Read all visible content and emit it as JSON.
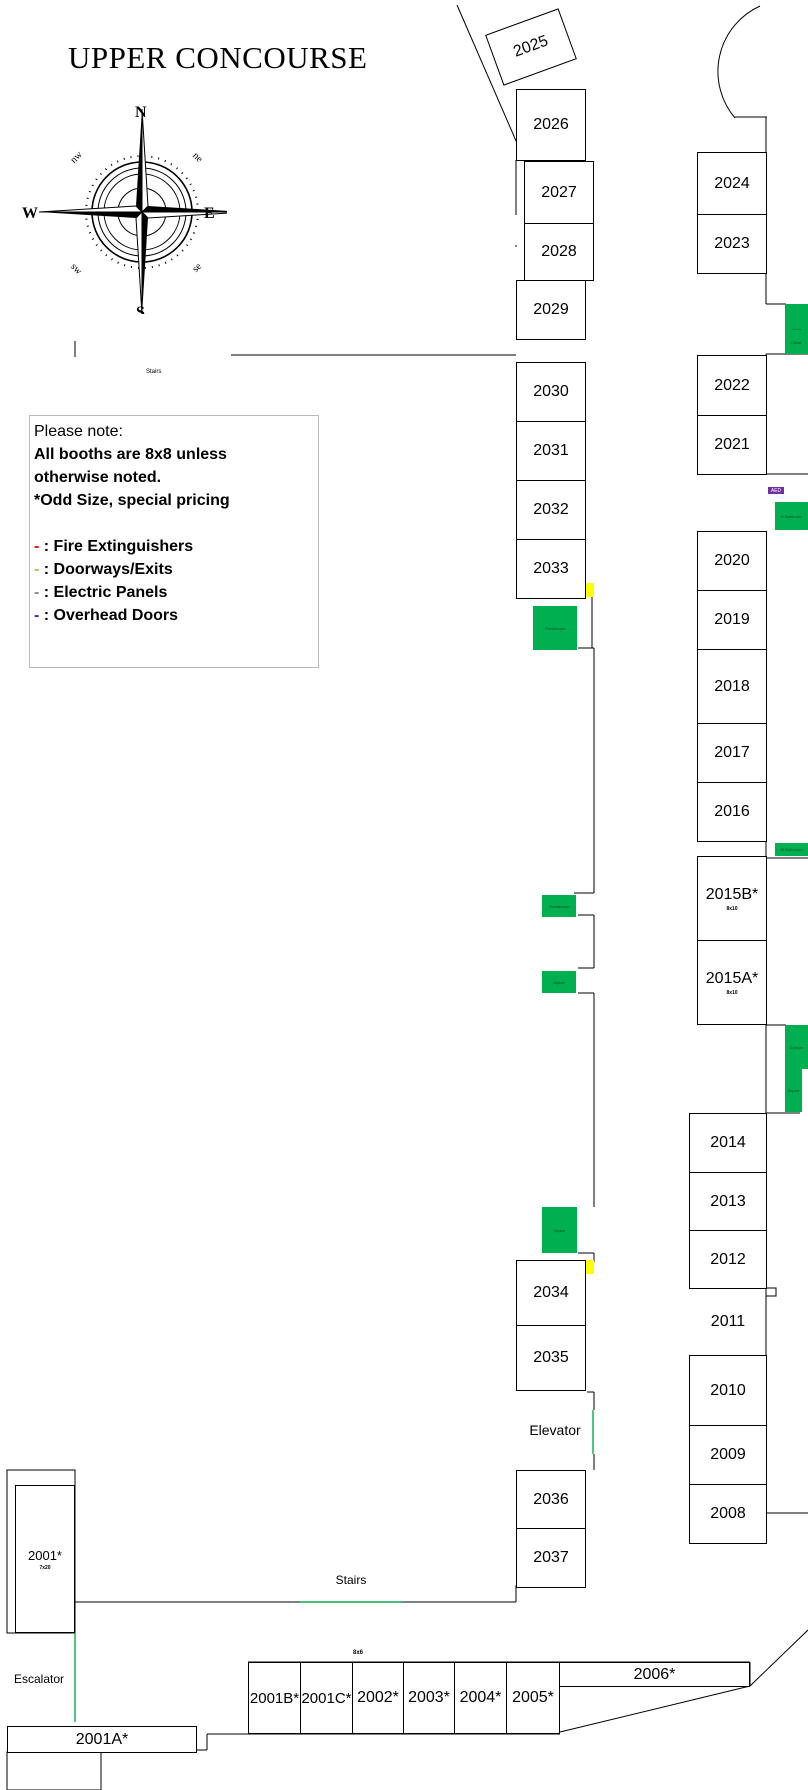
{
  "title": "UPPER CONCOURSE",
  "compass": {
    "n": "N",
    "s": "S",
    "e": "E",
    "w": "W",
    "ne": "ne",
    "nw": "nw",
    "se": "se",
    "sw": "sw"
  },
  "stairs_top": "Stairs",
  "legend": {
    "heading": "Please note:",
    "line1": "All booths are 8x8 unless",
    "line2": "otherwise noted.",
    "line3": "*Odd Size, special pricing",
    "items": [
      {
        "dash": "-",
        "text": ": Fire Extinguishers",
        "color": "#ff0000"
      },
      {
        "dash": "-",
        "text": ": Doorways/Exits",
        "color": "#92d050"
      },
      {
        "dash": "-",
        "text": ": Electric Panels",
        "color": "#8a8a8a"
      },
      {
        "dash": "-",
        "text": ": Overhead Doors",
        "color": "#3030c0"
      }
    ]
  },
  "booths": {
    "b2025": "2025",
    "b2026": "2026",
    "b2027": "2027",
    "b2028": "2028",
    "b2029": "2029",
    "b2030": "2030",
    "b2031": "2031",
    "b2032": "2032",
    "b2033": "2033",
    "b2034": "2034",
    "b2035": "2035",
    "b2036": "2036",
    "b2037": "2037",
    "b2024": "2024",
    "b2023": "2023",
    "b2022": "2022",
    "b2021": "2021",
    "b2020": "2020",
    "b2019": "2019",
    "b2018": "2018",
    "b2017": "2017",
    "b2016": "2016",
    "b2015B": "2015B*",
    "b2015B_sub": "8x10",
    "b2015A": "2015A*",
    "b2015A_sub": "8x10",
    "b2014": "2014",
    "b2013": "2013",
    "b2012": "2012",
    "b2011": "2011",
    "b2010": "2010",
    "b2009": "2009",
    "b2008": "2008",
    "b2001": "2001*",
    "b2001_sub": "7x20",
    "b2001A": "2001A*",
    "b2001B": "2001B*",
    "b2001C": "2001C*",
    "b2002": "2002*",
    "b2003": "2003*",
    "b2004": "2004*",
    "b2005": "2005*",
    "b2006": "2006*"
  },
  "labels": {
    "elevator": "Elevator",
    "stairs_bottom": "Stairs",
    "escalator": "Escalator",
    "size_8x6": "8x6",
    "aed": "AED"
  },
  "green_tags": {
    "g1": "Ignite",
    "g2": "Cellar",
    "g3": "M Bathroom",
    "g4": "Ponderosa",
    "g5": "W Bathroom",
    "g6": "Ponderosa",
    "g7": "Alpine",
    "g8": "Canyon",
    "g9": "Aspen",
    "g10": "Alpine"
  }
}
